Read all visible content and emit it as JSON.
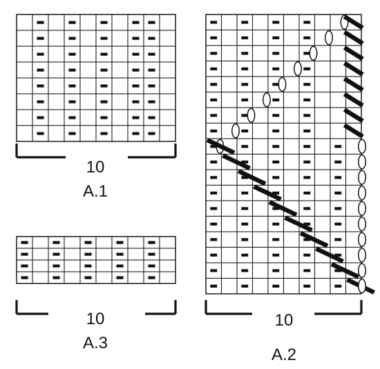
{
  "charts": {
    "a1": {
      "name": "A.1",
      "stitch_count": "10",
      "rows": [
        "0101010110",
        "0101010110",
        "0101010110",
        "0101010110",
        "0101010110",
        "0101010110",
        "0101010110",
        "0101010110"
      ]
    },
    "a3": {
      "name": "A.3",
      "stitch_count": "10",
      "rows": [
        "1010101010",
        "1010101010",
        "1010101010",
        "1010101010"
      ]
    },
    "a2": {
      "name": "A.2",
      "stitch_count": "10",
      "rows": [
        "1010101000",
        "1010101000",
        "1010101000",
        "1010101000",
        "1010101000",
        "1010101000",
        "1010101000",
        "1010101000",
        "1010101010",
        "1010101010",
        "1010101010",
        "1010101010",
        "1010101010",
        "1010101010",
        "1010101010",
        "1010101010",
        "1010101010",
        "1010101010"
      ],
      "decrease_cable_right_column": 9,
      "decrease_cable_rows": [
        0,
        1,
        2,
        3,
        4,
        5,
        6,
        7
      ],
      "diagonal_cable_start_col": 0,
      "diagonal_cable_rows": [
        8,
        9,
        10,
        11,
        12,
        13,
        14,
        15,
        16,
        17
      ],
      "yarn_over_diagonal": [
        [
          0,
          8
        ],
        [
          1,
          7
        ],
        [
          2,
          6
        ],
        [
          3,
          5
        ],
        [
          4,
          4
        ],
        [
          5,
          3
        ],
        [
          6,
          2
        ],
        [
          7,
          1
        ],
        [
          8,
          0
        ]
      ],
      "yarn_over_edge_rows": [
        8,
        9,
        10,
        11,
        12,
        13,
        14,
        15,
        16,
        17
      ]
    }
  },
  "symbols": {
    "purl": "purl-dash",
    "knit": "knit-blank",
    "yarn_over": "oval-loop",
    "cable": "thick-bar"
  }
}
